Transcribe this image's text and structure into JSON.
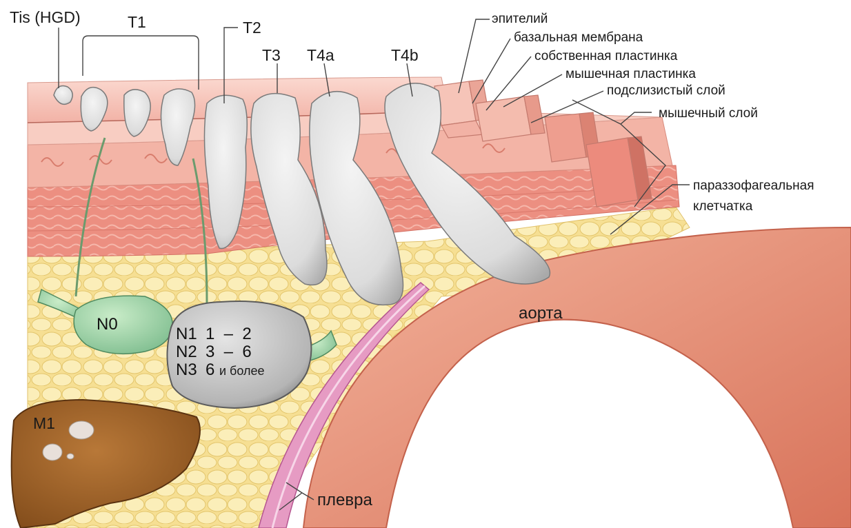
{
  "stages": {
    "tis": "Tis (HGD)",
    "t1": "T1",
    "t2": "T2",
    "t3": "T3",
    "t4a": "T4a",
    "t4b": "T4b"
  },
  "layers": {
    "epithelium": "эпителий",
    "basement_membrane": "базальная мембрана",
    "lamina_propria": "собственная пластинка",
    "muscularis_mucosae": "мышечная пластинка",
    "submucosa": "подслизистый слой",
    "muscularis_propria": "мышечный слой",
    "adventitia_line1": "параззофагеальная",
    "adventitia_line2": "клетчатка"
  },
  "structures": {
    "aorta": "аорта",
    "pleura": "плевра"
  },
  "nodes": {
    "n0": "N0",
    "n1_code": "N1",
    "n1_range": "1  –  2",
    "n2_code": "N2",
    "n2_range": "3  –  6",
    "n3_code": "N3",
    "n3_num": "6",
    "n3_suffix": "и более",
    "m1": "M1"
  },
  "colors": {
    "mucosa": "#f6c3b8",
    "muscle": "#e8877a",
    "fat": "#f8e6a0",
    "tumor": "#dedede",
    "node_green": "#9fd6a3",
    "node_gray": "#b9b9b9",
    "liver": "#a0622e",
    "aorta": "#e9977a",
    "pleura": "#d97fae"
  }
}
